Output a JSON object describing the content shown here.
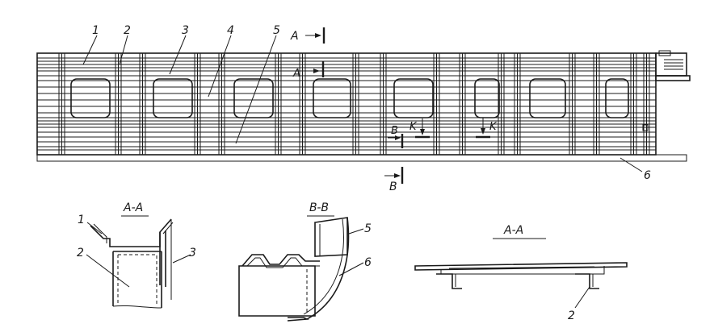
{
  "main_view": {
    "callouts": [
      "1",
      "2",
      "3",
      "4",
      "5",
      "6"
    ],
    "section_marks": {
      "a_top": "A",
      "a_mid": "A",
      "b_top": "B",
      "b_bottom": "B",
      "k_left": "K",
      "k_right": "K"
    }
  },
  "section_aa_left": {
    "title": "A-A",
    "callouts": [
      "1",
      "2",
      "3"
    ]
  },
  "section_bb": {
    "title": "B-B",
    "callouts": [
      "5",
      "6"
    ]
  },
  "section_aa_right": {
    "title": "A-A",
    "callouts": [
      "2"
    ]
  },
  "colors": {
    "ink": "#1a1a1a",
    "paper": "#ffffff"
  }
}
